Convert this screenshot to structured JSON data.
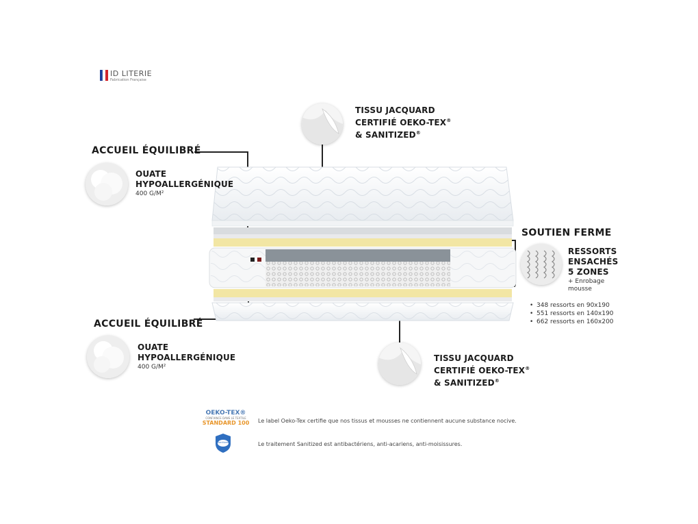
{
  "brand": {
    "name": "ID LITERIE",
    "tagline": "Fabrication Française"
  },
  "top_feature": {
    "lines": [
      "TISSU JACQUARD",
      "CERTIFIÉ OEKO-TEX",
      "& SANITIZED"
    ],
    "marks": [
      "®",
      "®"
    ]
  },
  "upper_comfort": {
    "heading": "ACCUEIL ÉQUILIBRÉ",
    "lines": [
      "OUATE",
      "HYPOALLERGÉNIQUE"
    ],
    "detail": "400 G/M²"
  },
  "support": {
    "heading": "SOUTIEN FERME",
    "lines": [
      "RESSORTS",
      "ENSACHÉS",
      "5 ZONES"
    ],
    "extra": [
      "+ Enrobage",
      "mousse"
    ],
    "springs": [
      "348 ressorts en 90x190",
      "551 ressorts en 140x190",
      "662 ressorts en 160x200"
    ]
  },
  "lower_comfort": {
    "heading": "ACCUEIL ÉQUILIBRÉ",
    "lines": [
      "OUATE",
      "HYPOALLERGÉNIQUE"
    ],
    "detail": "400 G/M²"
  },
  "bottom_feature": {
    "lines": [
      "TISSU JACQUARD",
      "CERTIFIÉ OEKO-TEX",
      "& SANITIZED"
    ],
    "marks": [
      "®",
      "®"
    ]
  },
  "certifications": {
    "oeko_logo_title": "OEKO-TEX®",
    "oeko_logo_sub": "CONFIANCE DANS LE TEXTILE",
    "oeko_logo_standard": "STANDARD 100",
    "oeko_text": "Le label Oeko-Tex certifie que nos tissus et mousses ne contiennent aucune substance nocive.",
    "sanitized_logo": "Sanitized",
    "sanitized_text": "Le traitement Sanitized est antibactériens, anti-acariens, anti-moisissures."
  },
  "colors": {
    "accent_yellow": "#f2e6a4",
    "core_grey": "#8a9299",
    "flag_blue": "#1f3f9b",
    "flag_red": "#d4252b",
    "oeko_blue": "#4a7ab5",
    "oeko_orange": "#e8962b"
  }
}
